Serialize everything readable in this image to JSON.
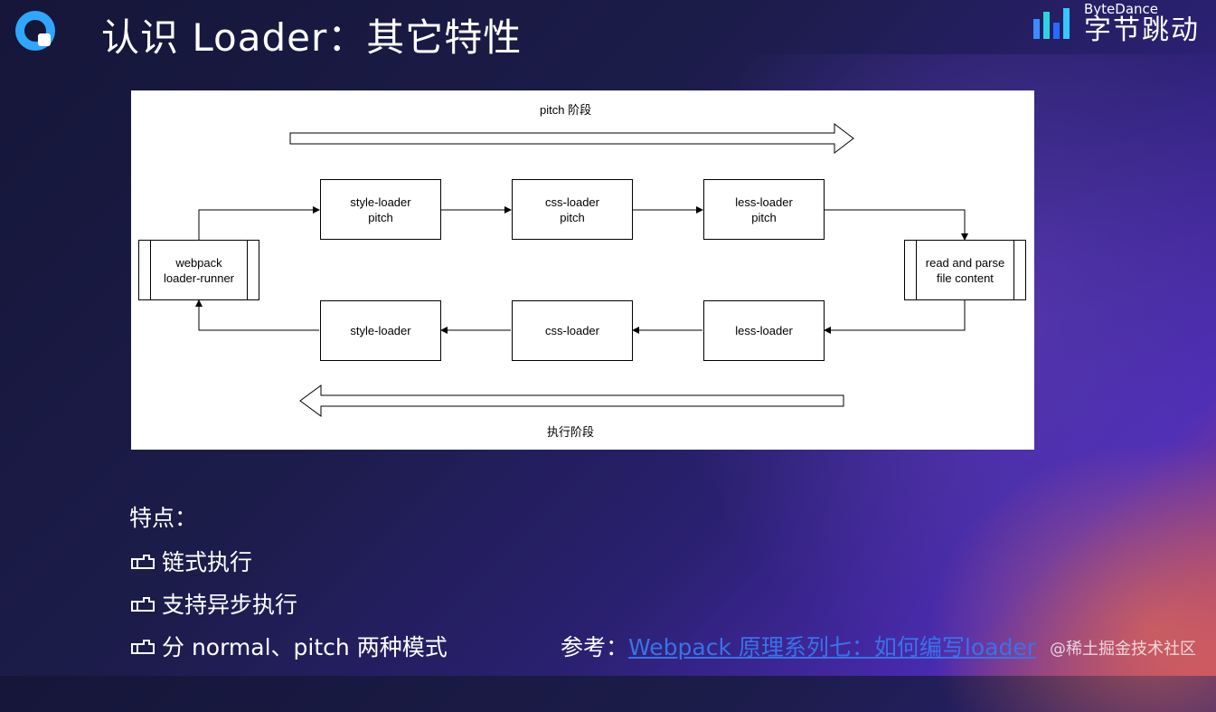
{
  "slide": {
    "title": "认识 Loader：其它特性"
  },
  "brand": {
    "en": "ByteDance",
    "cn": "字节跳动"
  },
  "diagram": {
    "pitch_phase_label": "pitch 阶段",
    "exec_phase_label": "执行阶段",
    "nodes": {
      "runner": "webpack\nloader-runner",
      "style_pitch": "style-loader\npitch",
      "css_pitch": "css-loader\npitch",
      "less_pitch": "less-loader\npitch",
      "read_parse": "read and parse\nfile content",
      "style": "style-loader",
      "css": "css-loader",
      "less": "less-loader"
    }
  },
  "features": {
    "heading": "特点：",
    "items": [
      "链式执行",
      "支持异步执行",
      "分 normal、pitch 两种模式"
    ]
  },
  "reference": {
    "prefix": "参考：",
    "link_text": "Webpack 原理系列七：如何编写loader"
  },
  "source_watermark": "@稀土掘金技术社区",
  "colors": {
    "link": "#3a72e8",
    "logo": "#2fa6ff"
  }
}
